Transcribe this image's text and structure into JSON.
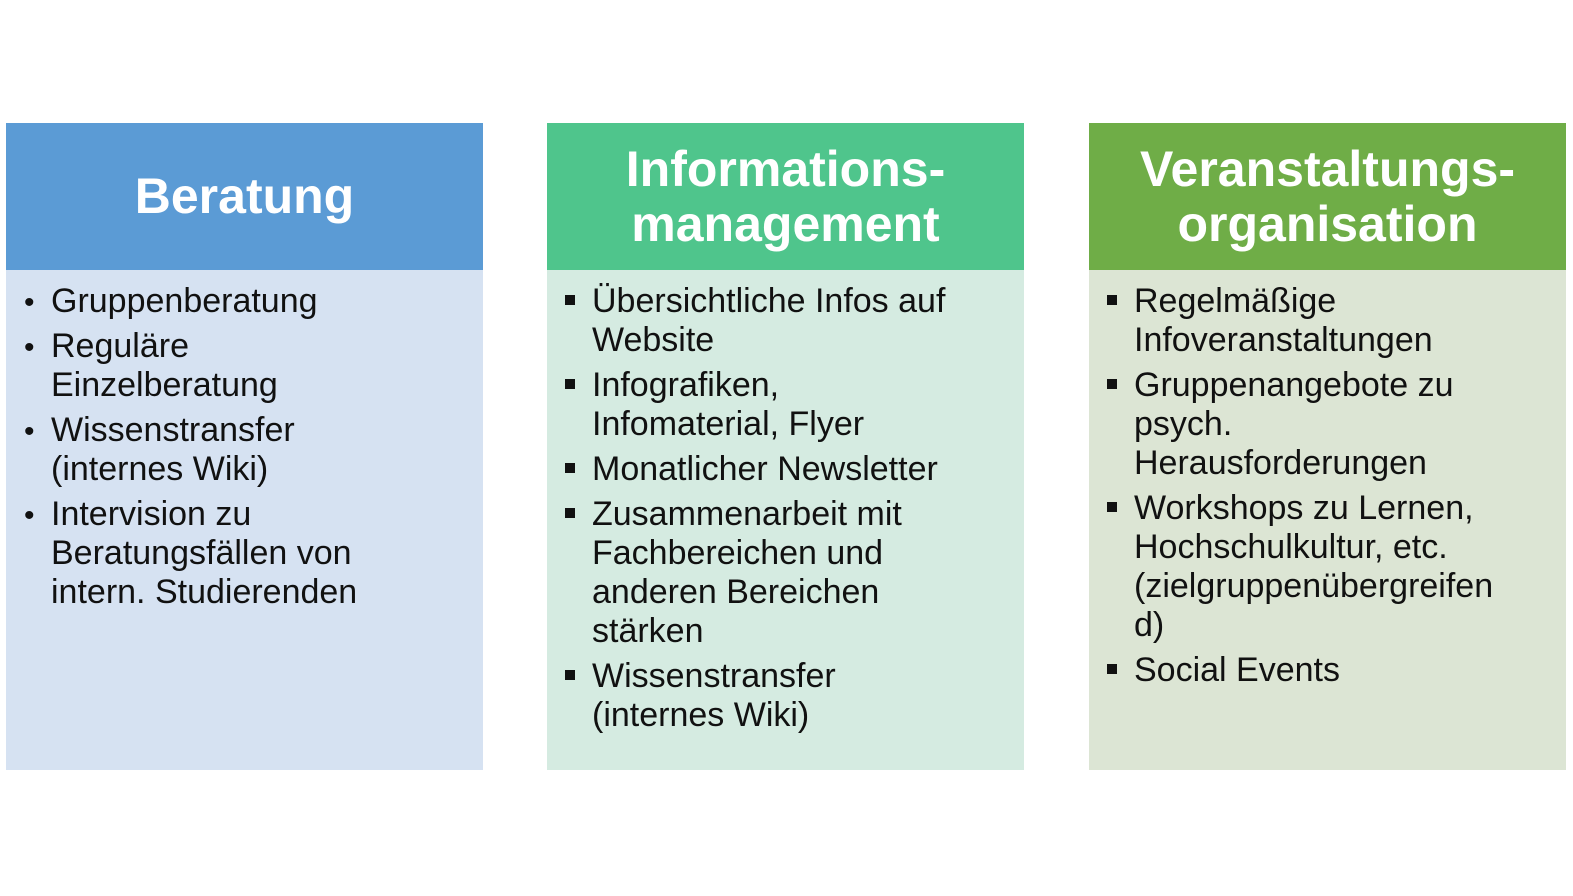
{
  "columns": [
    {
      "title_lines": [
        "Beratung"
      ],
      "header_color": "#5b9bd5",
      "body_color": "#d6e2f2",
      "bullet": "dot",
      "items": [
        [
          "Gruppenberatung"
        ],
        [
          "Reguläre",
          "Einzelberatung"
        ],
        [
          "Wissenstransfer",
          "(internes Wiki)"
        ],
        [
          "Intervision zu",
          "Beratungsfällen von",
          "intern. Studierenden"
        ]
      ]
    },
    {
      "title_lines": [
        "Informations-",
        "management"
      ],
      "header_color": "#4fc58c",
      "body_color": "#d5ebe1",
      "bullet": "square",
      "items": [
        [
          "Übersichtliche Infos auf",
          "Website"
        ],
        [
          "Infografiken,",
          "Infomaterial, Flyer"
        ],
        [
          "Monatlicher Newsletter"
        ],
        [
          "Zusammenarbeit mit",
          "Fachbereichen und",
          "anderen Bereichen",
          "stärken"
        ],
        [
          "Wissenstransfer",
          "(internes Wiki)"
        ]
      ]
    },
    {
      "title_lines": [
        "Veranstaltungs-",
        "organisation"
      ],
      "header_color": "#6fad47",
      "body_color": "#dce5d4",
      "bullet": "square",
      "items": [
        [
          "Regelmäßige",
          "Infoveranstaltungen"
        ],
        [
          "Gruppenangebote zu",
          "psych.",
          "Herausforderungen"
        ],
        [
          "Workshops zu Lernen,",
          "Hochschulkultur, etc.",
          "(zielgruppenübergreifen",
          "d)"
        ],
        [
          "Social Events"
        ]
      ]
    }
  ]
}
